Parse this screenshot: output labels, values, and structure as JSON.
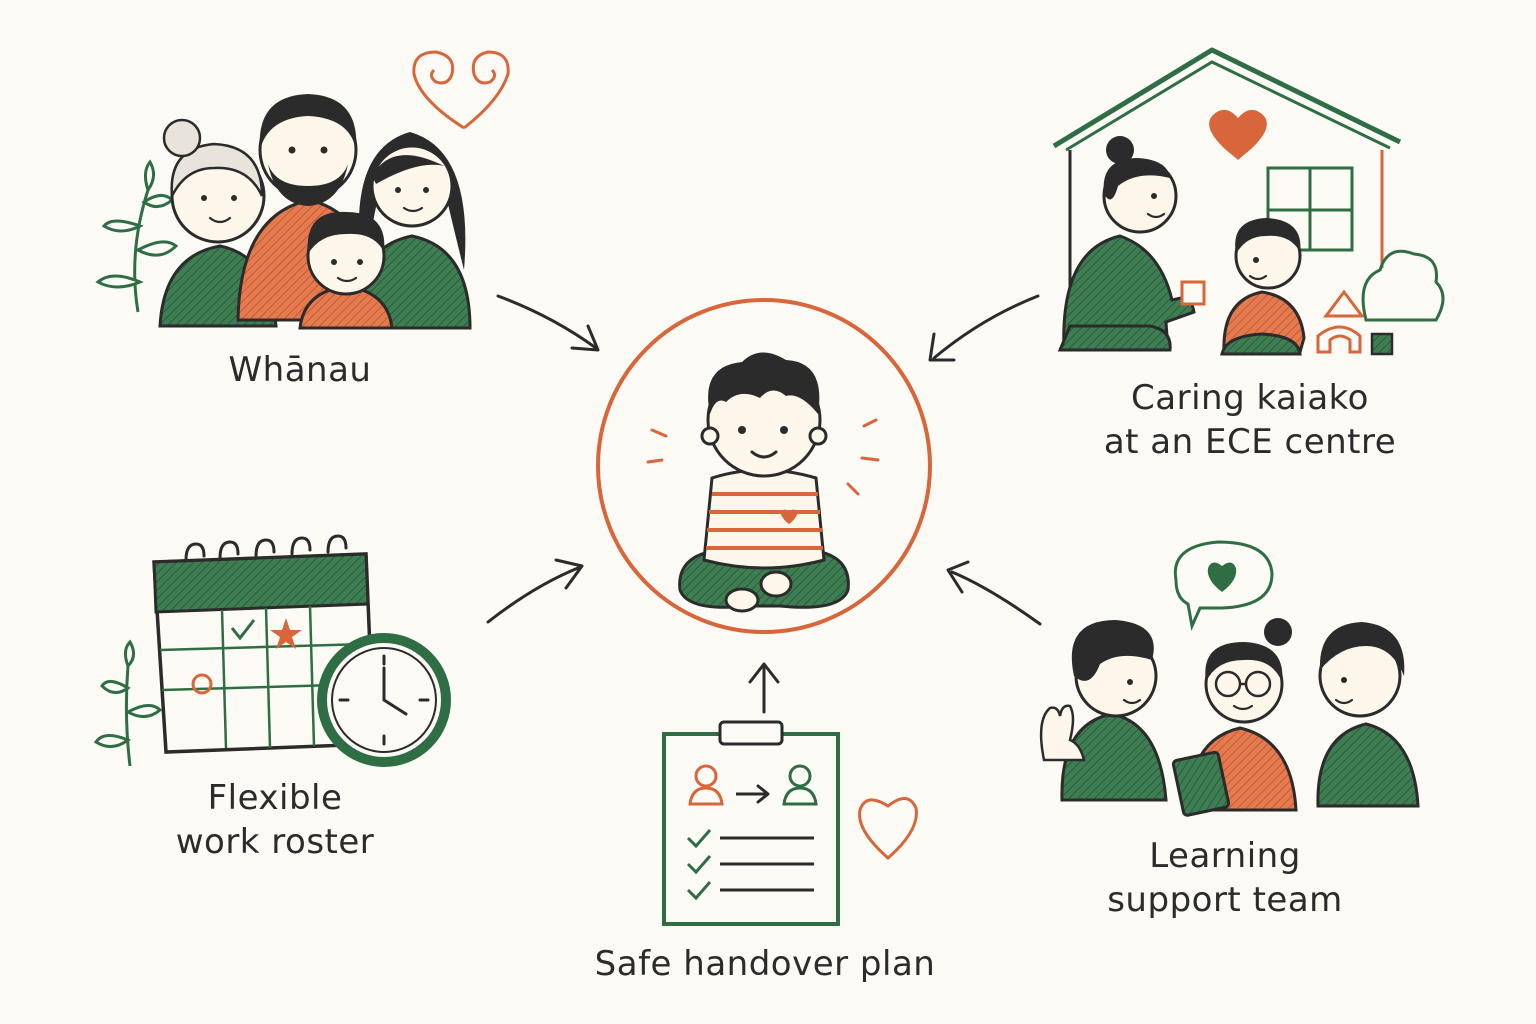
{
  "colors": {
    "background": "#fcfaf4",
    "ink": "#2b2b2b",
    "green": "#2f6e45",
    "orange": "#d9653a",
    "skin": "#fdf6ea"
  },
  "center": {
    "icon": "child-sitting-icon"
  },
  "nodes": {
    "whanau": {
      "label": "Whānau",
      "icon": "family-icon"
    },
    "kaiako": {
      "line1": "Caring kaiako",
      "line2": "at an ECE centre",
      "icon": "teacher-with-child-house-icon"
    },
    "roster": {
      "line1": "Flexible",
      "line2": "work roster",
      "icon": "calendar-clock-icon"
    },
    "handover": {
      "label": "Safe handover plan",
      "icon": "clipboard-checklist-icon"
    },
    "support": {
      "line1": "Learning",
      "line2": "support team",
      "icon": "team-people-icon"
    }
  }
}
